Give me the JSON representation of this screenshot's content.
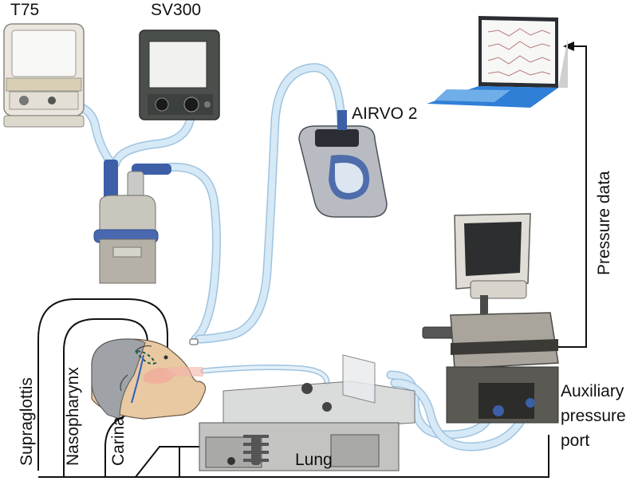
{
  "labels": {
    "t75": "T75",
    "sv300": "SV300",
    "airvo": "AIRVO 2",
    "pressure_data": "Pressure data",
    "auxiliary": [
      "Auxiliary",
      "pressure",
      "port"
    ],
    "lung": "Lung",
    "supraglottis": "Supraglottis",
    "nasopharynx": "Nasopharynx",
    "carina": "Carina"
  },
  "colors": {
    "tube": "#d6e9f7",
    "tube_outline": "#9fc3df",
    "device_dark": "#4a4f4c",
    "device_light": "#e6e3dc",
    "humidifier_blue": "#3c5fa8",
    "laptop_blue": "#2f7fd6",
    "airway_line": "#111111",
    "carina_line": "#2f5fc4"
  }
}
